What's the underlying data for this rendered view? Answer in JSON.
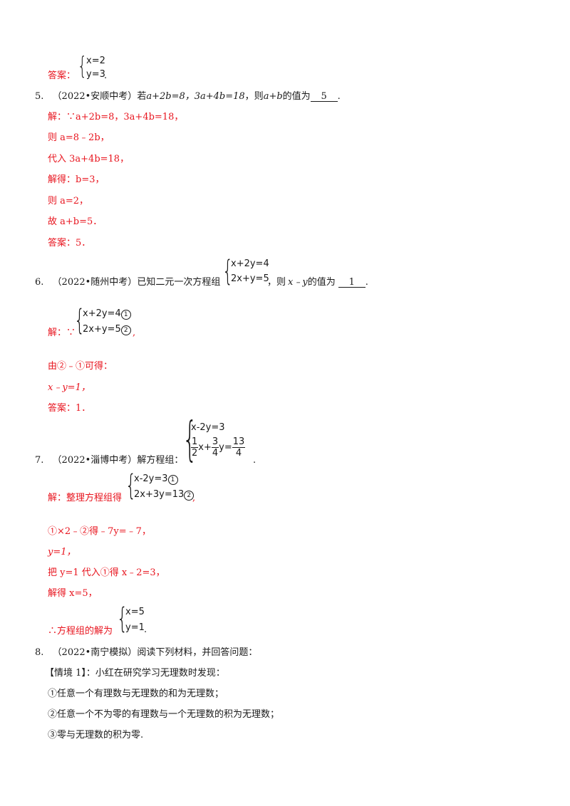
{
  "top_answer": {
    "label": "答案：",
    "eq1": "x=2",
    "eq2": "y=3",
    "end": "."
  },
  "q5": {
    "num": "5.",
    "source": "（2022•安顺中考）",
    "stem_a": "若",
    "cond1": "a+2b=8，3a+4b=18",
    "stem_b": "，则",
    "target": "a+b",
    "stem_c": "的值为",
    "blank": "5",
    "end": ".",
    "sol": [
      "解：∵a+2b=8，3a+4b=18，",
      "则 a=8﹣2b，",
      "代入 3a+4b=18，",
      "解得：b=3，",
      "则 a=2，",
      "故 a+b=5．",
      "答案：5．"
    ]
  },
  "q6": {
    "num": "6.",
    "source": "（2022•随州中考）",
    "stem_a": "已知二元一次方程组",
    "eq1": "x+2y=4",
    "eq2": "2x+y=5",
    "stem_b": "，则",
    "target": "x﹣y",
    "stem_c": "的值为",
    "blank": "1",
    "end": ".",
    "sol_label": "解：∵",
    "sol_eq1": "x+2y=4",
    "sol_eq2": "2x+y=5",
    "sol_mark1": "1",
    "sol_mark2": "2",
    "sol_end": ",",
    "step1": "由②﹣①可得：",
    "step2": "x﹣y=1，",
    "answer": "答案：1．"
  },
  "q7": {
    "num": "7.",
    "source": "（2022•淄博中考）",
    "stem_a": "解方程组：",
    "eq1": "x-2y=3",
    "eq2_f1n": "1",
    "eq2_f1d": "2",
    "eq2_x": "x+",
    "eq2_f2n": "3",
    "eq2_f2d": "4",
    "eq2_y": "y=",
    "eq2_f3n": "13",
    "eq2_f3d": "4",
    "end": ".",
    "sol_label": "解：整理方程组得",
    "sol_eq1": "x-2y=3",
    "sol_eq2": "2x+3y=13",
    "sol_mark1": "1",
    "sol_mark2": "2",
    "sol_end": ",",
    "step1": "①×2﹣②得﹣7y=﹣7，",
    "step2": "y=1，",
    "step3": "把 y=1 代入①得 x﹣2=3，",
    "step4": "解得 x=5，",
    "final_label": "∴方程组的解为",
    "final_eq1": "x=5",
    "final_eq2": "y=1",
    "final_end": "."
  },
  "q8": {
    "num": "8.",
    "source": "（2022•南宁模拟）",
    "stem": "阅读下列材料，并回答问题：",
    "context": "【情境 1】：小红在研究学习无理数时发现：",
    "items": [
      "①任意一个有理数与无理数的和为无理数；",
      "②任意一个不为零的有理数与一个无理数的积为无理数；",
      "③零与无理数的积为零."
    ]
  }
}
